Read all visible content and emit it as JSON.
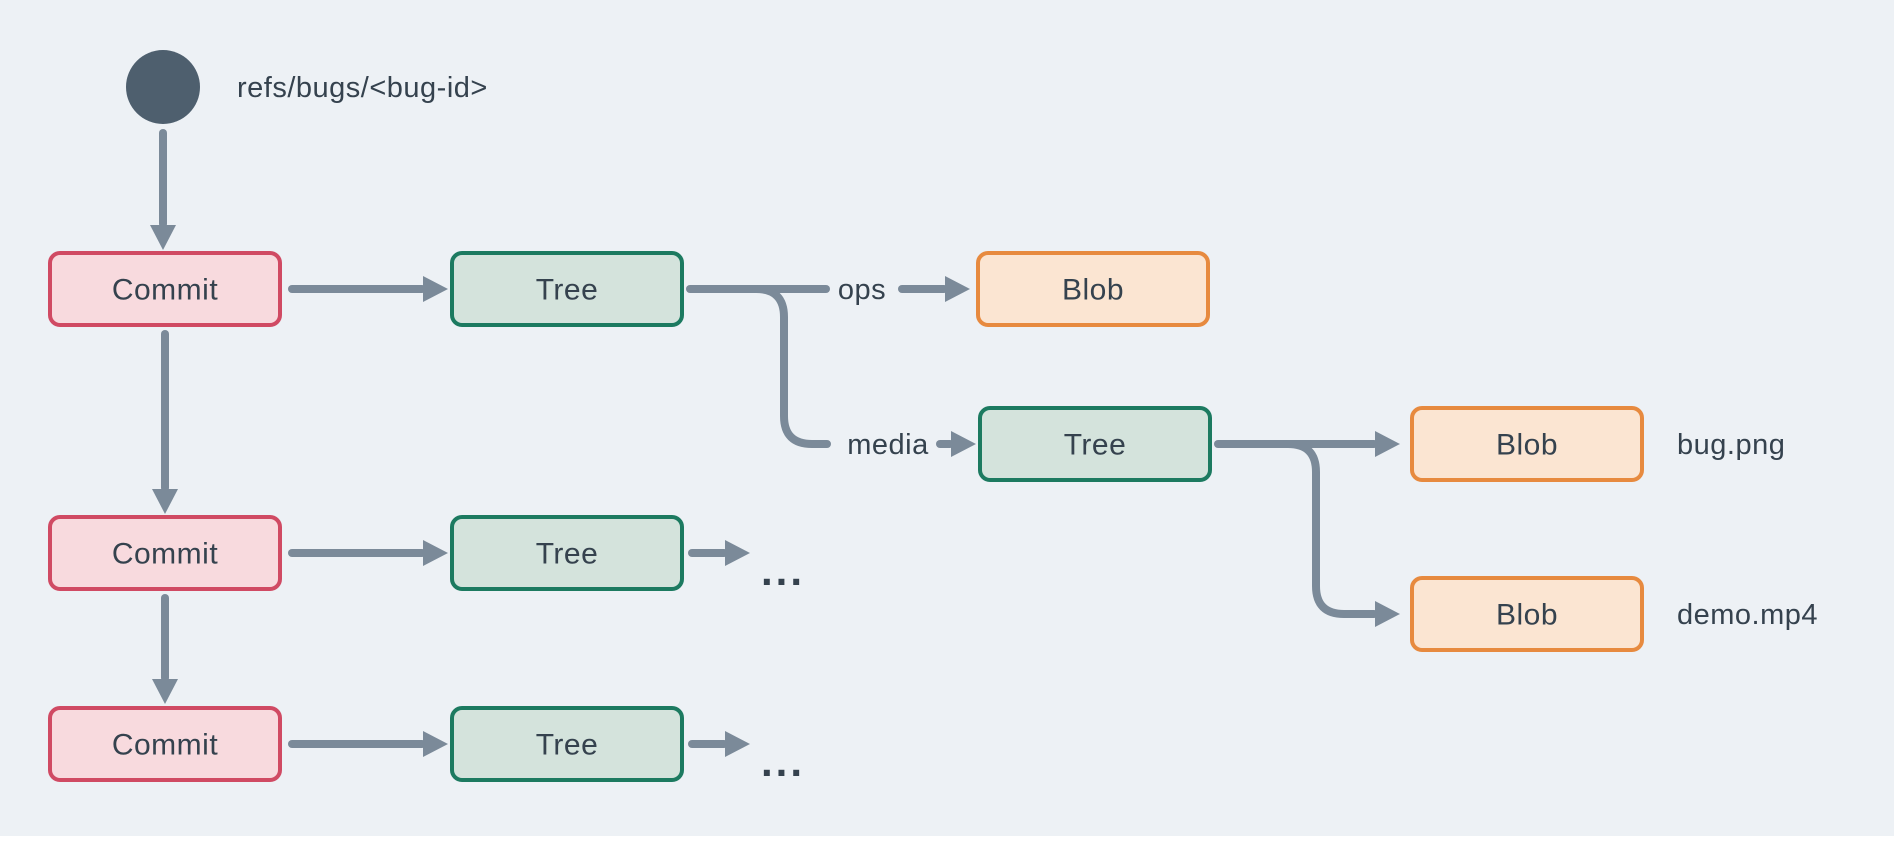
{
  "colors": {
    "bg": "#edf1f5",
    "strip": "#ffffff",
    "connector": "#7b8a99",
    "text": "#35424e",
    "ref_node": "#4e5f6e",
    "commit_fill": "#f8dade",
    "commit_border": "#d04a63",
    "tree_fill": "#d4e3dc",
    "tree_border": "#1c7a60",
    "blob_fill": "#fbe5d2",
    "blob_border": "#e78a3f"
  },
  "diagram": {
    "ref_label": "refs/bugs/<bug-id>",
    "commit_nodes": [
      "Commit",
      "Commit",
      "Commit"
    ],
    "tree_nodes": [
      "Tree",
      "Tree",
      "Tree",
      "Tree"
    ],
    "blob_nodes": [
      "Blob",
      "Blob",
      "Blob"
    ],
    "edge_labels": {
      "ops": "ops",
      "media": "media"
    },
    "file_annotations": [
      "bug.png",
      "demo.mp4"
    ],
    "ellipsis": "..."
  }
}
